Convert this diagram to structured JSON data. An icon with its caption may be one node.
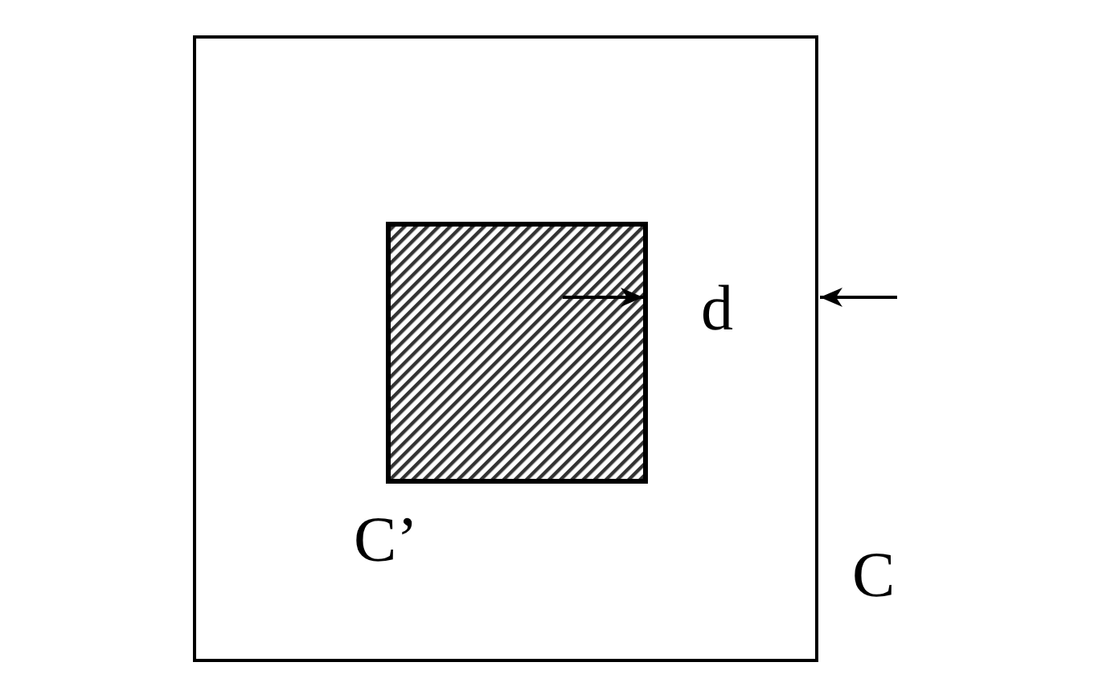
{
  "diagram": {
    "nodes": [
      {
        "text": [],
        "shape": "box",
        "beside": [
          "C"
        ]
      },
      {
        "text": [],
        "shape": "box",
        "in": 0,
        "beside": [
          "C’"
        ]
      }
    ],
    "labels": [
      "d"
    ]
  }
}
